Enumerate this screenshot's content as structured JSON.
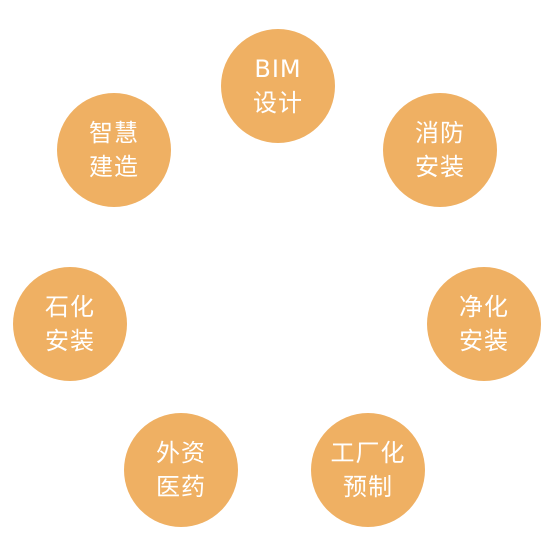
{
  "colors": {
    "node_fill": "#efb063",
    "node_text": "#ffffff",
    "background": "#ffffff"
  },
  "nodes": [
    {
      "line1": "BIM",
      "line2": "设计"
    },
    {
      "line1": "消防",
      "line2": "安装"
    },
    {
      "line1": "净化",
      "line2": "安装"
    },
    {
      "line1": "工厂化",
      "line2": "预制"
    },
    {
      "line1": "外资",
      "line2": "医药"
    },
    {
      "line1": "石化",
      "line2": "安装"
    },
    {
      "line1": "智慧",
      "line2": "建造"
    }
  ]
}
